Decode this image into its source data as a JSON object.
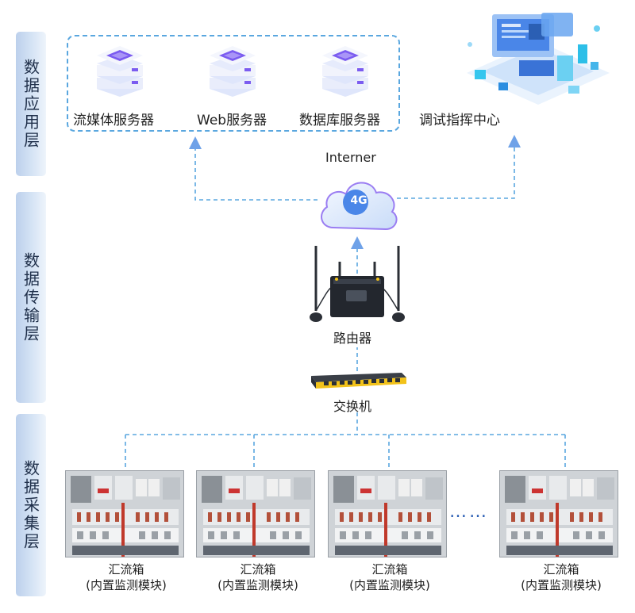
{
  "layers": {
    "application": "数据应用层",
    "transmission": "数据传输层",
    "collection": "数据采集层"
  },
  "servers": [
    {
      "label": "流媒体服务器",
      "icon": "server-stack-icon"
    },
    {
      "label": "Web服务器",
      "icon": "server-stack-icon"
    },
    {
      "label": "数据库服务器",
      "icon": "server-stack-icon"
    }
  ],
  "command_center": {
    "label": "调试指挥中心",
    "icon": "command-center-isometric-icon"
  },
  "cloud": {
    "title": "Interner",
    "label": "4G",
    "icon": "cloud-icon"
  },
  "router": {
    "label": "路由器",
    "icon": "router-icon"
  },
  "switch": {
    "label": "交换机",
    "icon": "network-switch-icon"
  },
  "combiner_boxes": [
    {
      "name": "汇流箱",
      "detail": "(内置监测模块)"
    },
    {
      "name": "汇流箱",
      "detail": "(内置监测模块)"
    },
    {
      "name": "汇流箱",
      "detail": "(内置监测模块)"
    },
    {
      "name": "汇流箱",
      "detail": "(内置监测模块)"
    }
  ],
  "ellipsis": "……",
  "colors": {
    "dashed_line": "#5aa7df",
    "arrow": "#6fa2e8",
    "layer_label_bg": "#c9daf1",
    "server_purple": "#7b5cf0",
    "switch_yellow": "#f2c21a"
  }
}
